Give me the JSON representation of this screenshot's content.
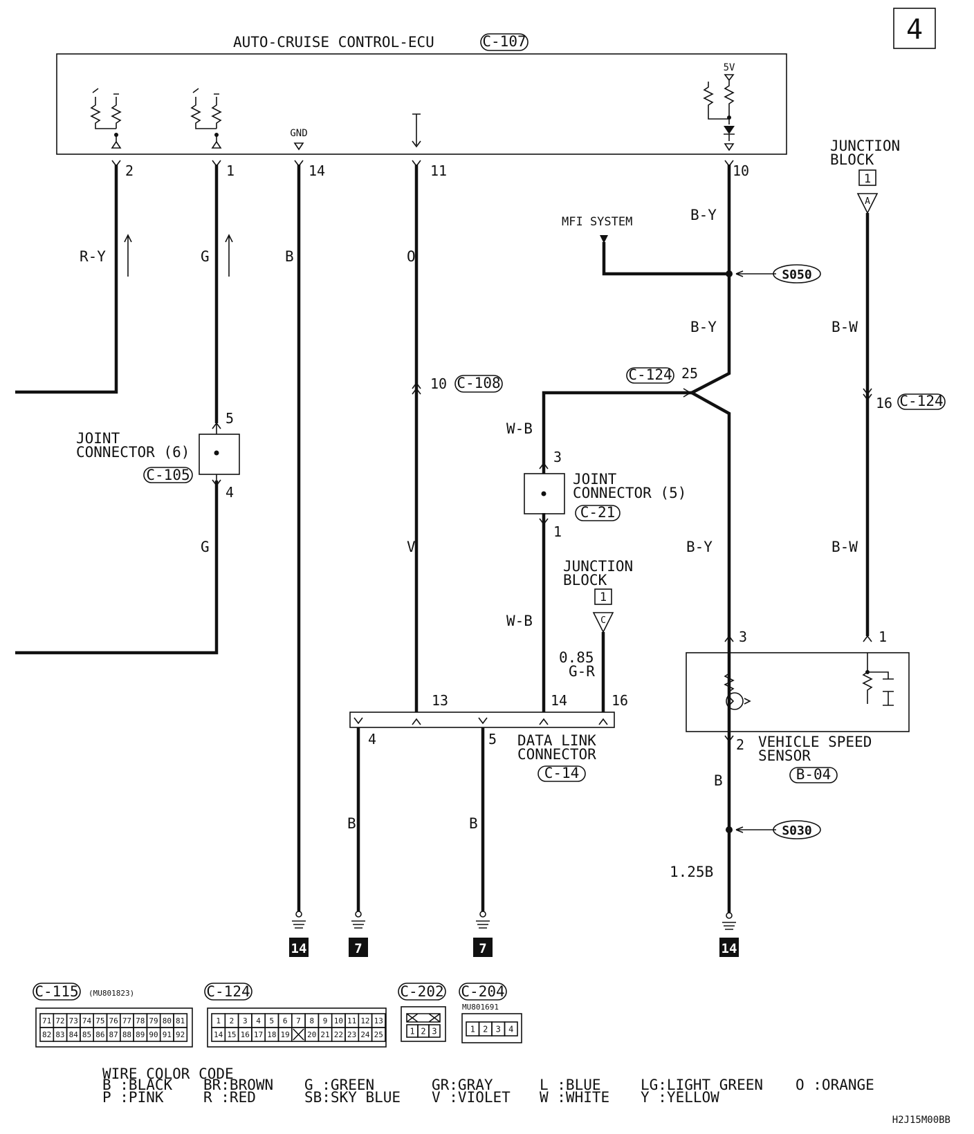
{
  "page_number": "4",
  "ecu": {
    "title": "AUTO-CRUISE CONTROL-ECU",
    "code": "C-107",
    "gnd": "GND",
    "v5": "5V"
  },
  "ecu_pins": [
    "2",
    "1",
    "14",
    "11",
    "10"
  ],
  "wire_colors": {
    "pin2": "R-Y",
    "pin1": "G",
    "pin1_lower": "G",
    "pin14": "B",
    "pin11": "O",
    "pin11_lower": "V",
    "pin10": "B-Y",
    "pin10_mid": "B-Y",
    "pin10_lower": "B-Y",
    "wb_upper": "W-B",
    "wb_lower": "W-B",
    "bw_upper": "B-W",
    "bw_lower": "B-W",
    "dlc_gr_size": "0.85",
    "dlc_gr": "G-R",
    "dlc4": "B",
    "dlc5": "B",
    "vss2": "B",
    "ground_size": "1.25B"
  },
  "mfi": "MFI SYSTEM",
  "splices": {
    "upper": "S050",
    "lower": "S030"
  },
  "connectors": {
    "c108_pin": "10",
    "c108": "C-108",
    "c124_code": "C-124",
    "c124_pin": "25",
    "c124b_pin": "16",
    "c124b": "C-124",
    "jc6_title": "JOINT",
    "jc6_name": "CONNECTOR (6)",
    "jc6_code": "C-105",
    "jc6_pin_top": "5",
    "jc6_pin_bottom": "4",
    "jc5_title": "JOINT",
    "jc5_name": "CONNECTOR (5)",
    "jc5_code": "C-21",
    "jc5_pin_top": "3",
    "jc5_pin_bottom": "1"
  },
  "junction_blocks": [
    {
      "line1": "JUNCTION",
      "line2": "BLOCK",
      "num": "1",
      "term": "A"
    },
    {
      "line1": "JUNCTION",
      "line2": "BLOCK",
      "num": "1",
      "term": "C"
    }
  ],
  "dlc": {
    "line1": "DATA LINK",
    "line2": "CONNECTOR",
    "code": "C-14",
    "pin13": "13",
    "pin14": "14",
    "pin16": "16",
    "pin4": "4",
    "pin5": "5"
  },
  "vss": {
    "line1": "VEHICLE SPEED",
    "line2": "SENSOR",
    "code": "B-04",
    "pin3": "3",
    "pin1": "1",
    "pin2": "2"
  },
  "grounds": [
    "14",
    "7",
    "7",
    "14"
  ],
  "connector_views": {
    "c115": {
      "code": "C-115",
      "part": "(MU801823)",
      "top": [
        "71",
        "72",
        "73",
        "74",
        "75",
        "76",
        "77",
        "78",
        "79",
        "80",
        "81"
      ],
      "bottom": [
        "82",
        "83",
        "84",
        "85",
        "86",
        "87",
        "88",
        "89",
        "90",
        "91",
        "92"
      ]
    },
    "c124": {
      "code": "C-124",
      "top": [
        "1",
        "2",
        "3",
        "4",
        "5",
        "6",
        "7",
        "8",
        "9",
        "10",
        "11",
        "12",
        "13"
      ],
      "bottom": [
        "14",
        "15",
        "16",
        "17",
        "18",
        "19",
        "",
        "20",
        "21",
        "22",
        "23",
        "24",
        "25"
      ]
    },
    "c202": {
      "code": "C-202",
      "pins": [
        "1",
        "2",
        "3"
      ]
    },
    "c204": {
      "code": "C-204",
      "part": "MU801691",
      "pins": [
        "1",
        "2",
        "3",
        "4"
      ]
    }
  },
  "legend": {
    "title": "WIRE COLOR CODE",
    "row1": [
      "B :BLACK",
      "BR:BROWN",
      "G :GREEN",
      "GR:GRAY",
      "L :BLUE",
      "LG:LIGHT GREEN",
      "O :ORANGE"
    ],
    "row2": [
      "P :PINK",
      "R :RED",
      "SB:SKY BLUE",
      "V :VIOLET",
      "W :WHITE",
      "Y :YELLOW"
    ]
  },
  "doc_code": "H2J15M00BB"
}
